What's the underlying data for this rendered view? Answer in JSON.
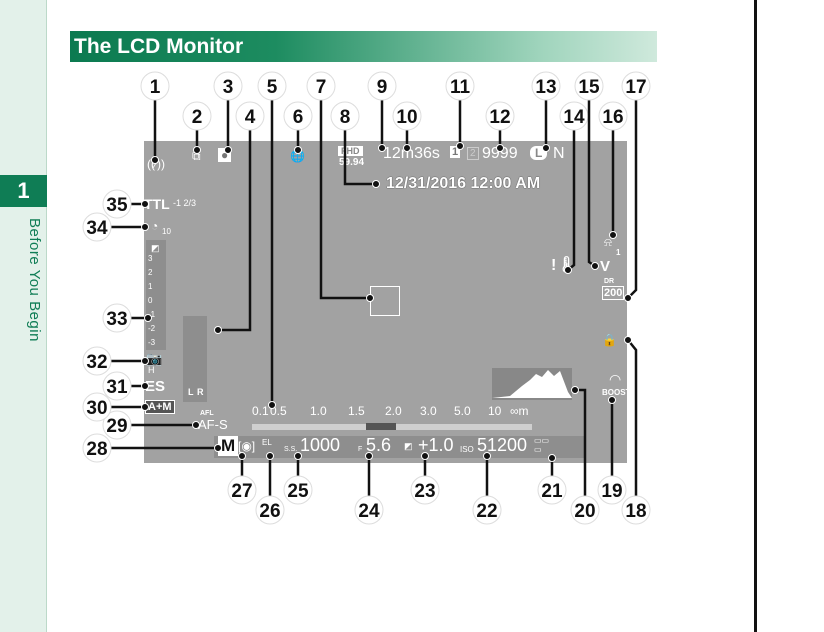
{
  "sidebar": {
    "chapter_number": "1",
    "chapter_title": "Before You Begin"
  },
  "page_title": "The LCD Monitor",
  "screen": {
    "movie_mode": "FHD",
    "frame_rate": "59.94",
    "recording_time": "12m36s",
    "card_slot": "1",
    "card_slot2": "2",
    "frames_remaining": "9999",
    "image_size": "L",
    "image_quality": "N",
    "date_time": "12/31/2016 12:00 AM",
    "flash_mode": "TTL",
    "flash_comp": "-1 2/3",
    "self_timer": "10",
    "exposure_scale": [
      "3",
      "2",
      "1",
      "0",
      "-1",
      "-2",
      "-3"
    ],
    "exposure_indicator": 1,
    "audio_labels": [
      "L",
      "R"
    ],
    "drive_mode": "H",
    "shutter_type": "ES",
    "focus_assist": "A+M",
    "af_lock": "AFL",
    "focus_mode": "AF-S",
    "distance_scale": [
      "0.1",
      "0.5",
      "1.0",
      "1.5",
      "2.0",
      "3.0",
      "5.0",
      "10",
      "∞m"
    ],
    "shooting_mode": "M",
    "ss_label": "S.S.",
    "shutter_speed": "1000",
    "f_label": "F",
    "aperture": "5.6",
    "exposure_comp": "+1.0",
    "iso_label": "ISO",
    "iso": "51200",
    "film_sim": "V",
    "dynamic_range_label": "DR",
    "dynamic_range": "200",
    "boost": "BOOST",
    "wb_label": "1"
  },
  "callouts": [
    "1",
    "2",
    "3",
    "4",
    "5",
    "6",
    "7",
    "8",
    "9",
    "10",
    "11",
    "12",
    "13",
    "14",
    "15",
    "16",
    "17",
    "18",
    "19",
    "20",
    "21",
    "22",
    "23",
    "24",
    "25",
    "26",
    "27",
    "28",
    "29",
    "30",
    "31",
    "32",
    "33",
    "34",
    "35"
  ]
}
